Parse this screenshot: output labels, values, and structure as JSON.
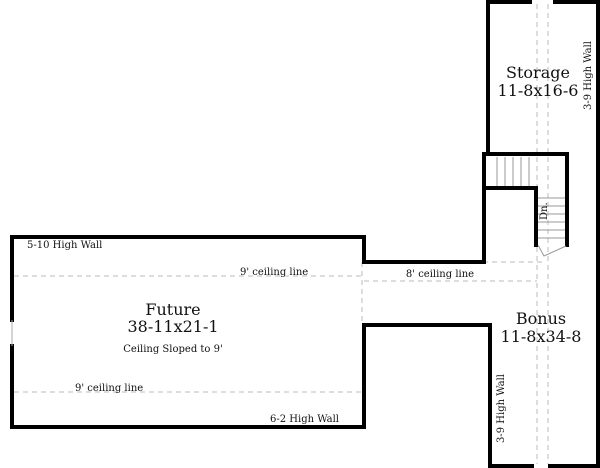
{
  "rooms": {
    "storage": {
      "name": "Storage",
      "size": "11-8x16-6"
    },
    "bonus": {
      "name": "Bonus",
      "size": "11-8x34-8"
    },
    "future": {
      "name": "Future",
      "size": "38-11x21-1",
      "note": "Ceiling Sloped to 9'"
    }
  },
  "labels": {
    "storage_wall": "3-9 High Wall",
    "bonus_wall": "3-9 High Wall",
    "future_top_wall": "5-10 High Wall",
    "future_bottom_wall": "6-2 High Wall",
    "ceiling_top": "9' ceiling line",
    "ceiling_bottom": "9' ceiling line",
    "corridor_ceiling": "8' ceiling line",
    "stair": "Dn."
  }
}
